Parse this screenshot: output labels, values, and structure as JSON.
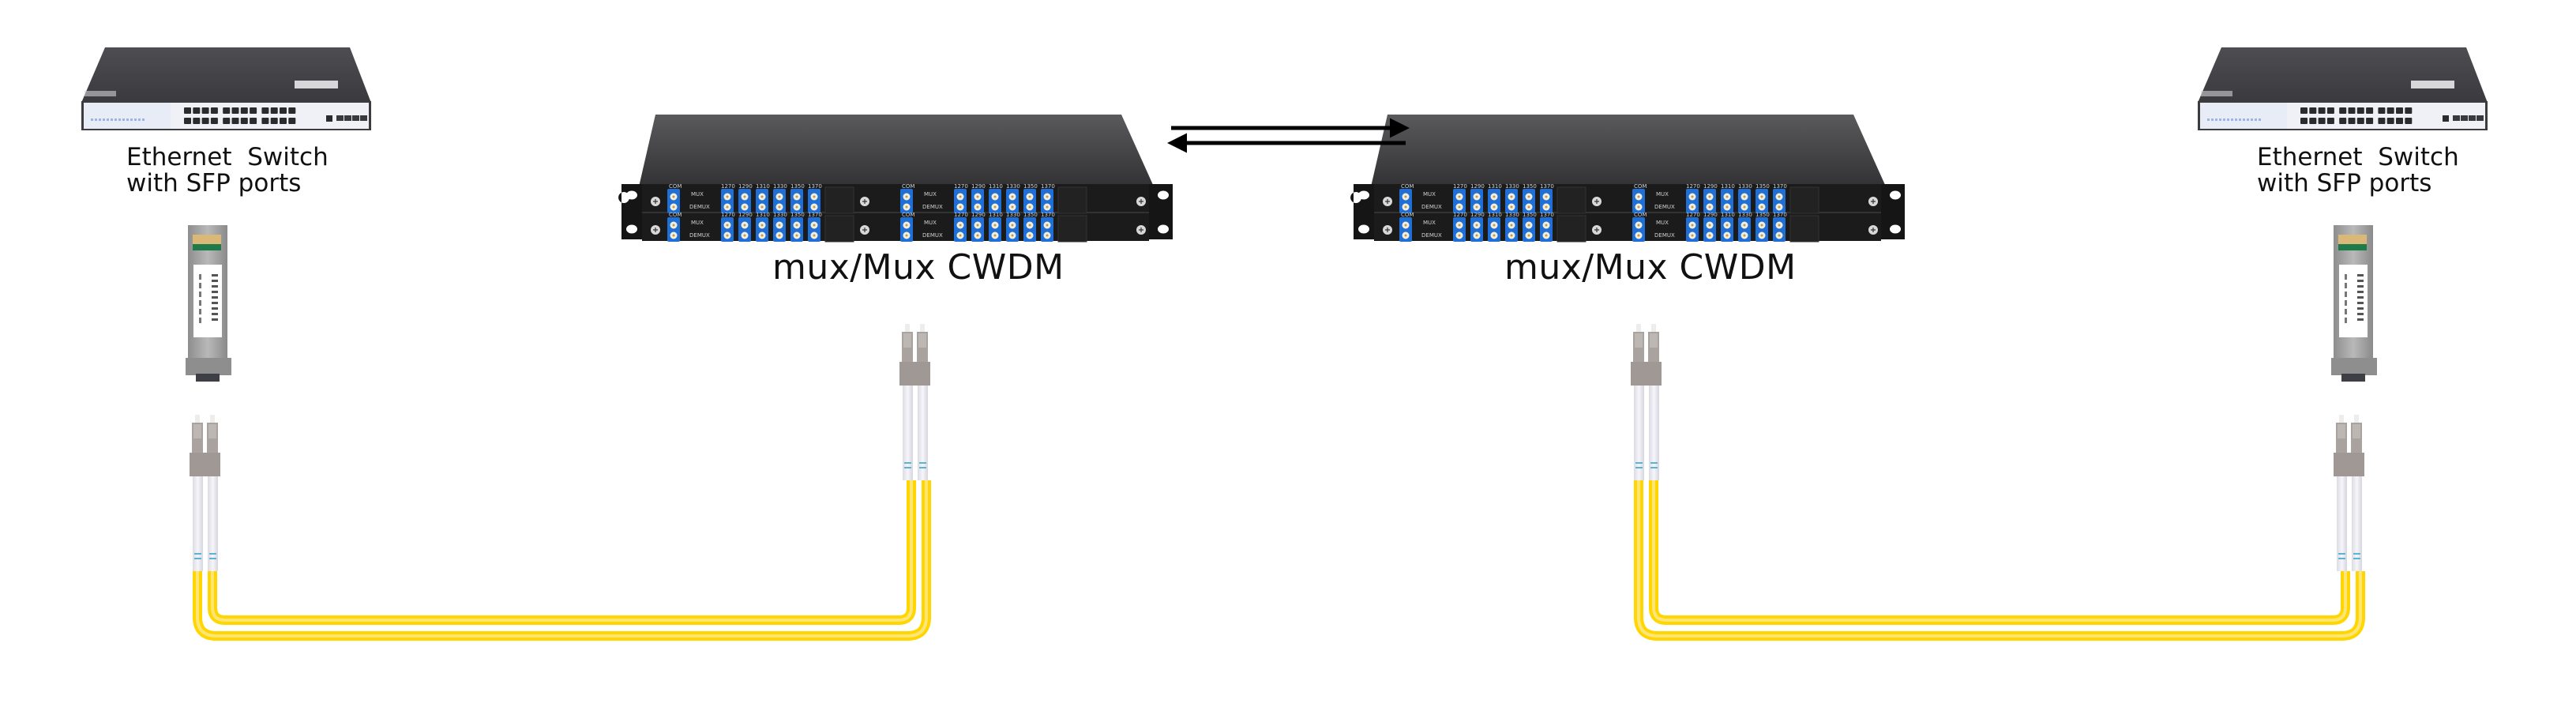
{
  "diagram": {
    "title": "CWDM mux/demux point-to-point link",
    "nodes": {
      "switch_left": {
        "label_line1": "Ethernet  Switch",
        "label_line2": "with SFP ports",
        "type": "ethernet-switch",
        "ports_rj45": 24,
        "ports_sfp": 4
      },
      "switch_right": {
        "label_line1": "Ethernet  Switch",
        "label_line2": "with SFP ports",
        "type": "ethernet-switch",
        "ports_rj45": 24,
        "ports_sfp": 4
      },
      "mux_left": {
        "label": "mux/Mux CWDM",
        "type": "cwdm-mux-demux"
      },
      "mux_right": {
        "label": "mux/Mux CWDM",
        "type": "cwdm-mux-demux"
      },
      "sfp_left": {
        "type": "sfp-transceiver"
      },
      "sfp_right": {
        "type": "sfp-transceiver"
      }
    },
    "mux_module": {
      "com_label": "COM",
      "mux_label": "MUX",
      "demux_label": "DEMUX",
      "channels": [
        "1270",
        "1290",
        "1310",
        "1330",
        "1350",
        "1370"
      ]
    },
    "links": [
      {
        "from": "mux_left",
        "to": "mux_right",
        "kind": "bidirectional-arrows",
        "arrows": [
          "right",
          "left"
        ]
      },
      {
        "from": "sfp_left",
        "to": "mux_left",
        "kind": "lc-duplex-patch-cord",
        "color": "#ffd600"
      },
      {
        "from": "mux_right",
        "to": "sfp_right",
        "kind": "lc-duplex-patch-cord",
        "color": "#ffd600"
      }
    ],
    "colors": {
      "fiber_yellow": "#ffd600",
      "fiber_yellow_light": "#ffe88a",
      "adapter_blue": "#1f6fd6",
      "chassis_dark": "#1b1b1b",
      "chassis_top": "#4a4a4a",
      "connector_body": "#a9a29e",
      "boot_white": "#ecebf0"
    }
  }
}
